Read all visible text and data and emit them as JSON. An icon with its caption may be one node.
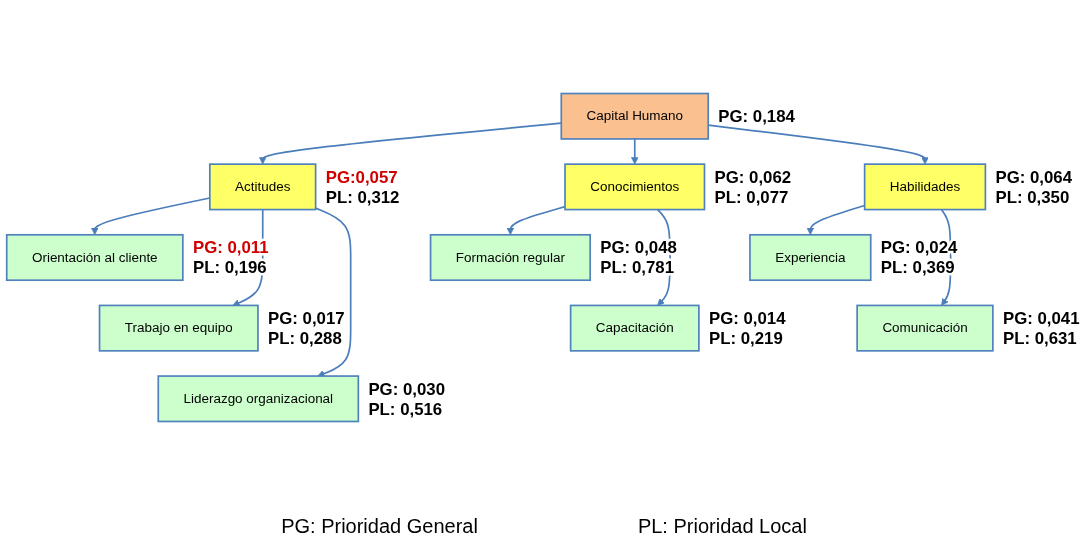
{
  "diagram": {
    "nodes": [
      {
        "text": [
          "Capital Humano"
        ],
        "beside": [
          "PG: 0,184"
        ]
      },
      {
        "text": [
          "Actitudes"
        ],
        "beside": [
          "PG:0,057",
          "PL: 0,312"
        ]
      },
      {
        "text": [
          "Conocimientos"
        ],
        "beside": [
          "PG: 0,062",
          "PL: 0,077"
        ]
      },
      {
        "text": [
          "Habilidades"
        ],
        "beside": [
          "PG: 0,064",
          "PL: 0,350"
        ]
      },
      {
        "text": [
          "Orientación al cliente"
        ],
        "beside": [
          "PG: 0,011",
          "PL: 0,196"
        ]
      },
      {
        "text": [
          "Trabajo en equipo"
        ],
        "beside": [
          "PG: 0,017",
          "PL: 0,288"
        ]
      },
      {
        "text": [
          "Liderazgo organizacional"
        ],
        "beside": [
          "PG: 0,030",
          "PL: 0,516"
        ]
      },
      {
        "text": [
          "Formación regular"
        ],
        "beside": [
          "PG: 0,048",
          "PL: 0,781"
        ]
      },
      {
        "text": [
          "Capacitación"
        ],
        "beside": [
          "PG: 0,014",
          "PL: 0,219"
        ]
      },
      {
        "text": [
          "Experiencia"
        ],
        "beside": [
          "PG: 0,024",
          "PL: 0,369"
        ]
      },
      {
        "text": [
          "Comunicación"
        ],
        "beside": [
          "PG: 0,041",
          "PL: 0,631"
        ]
      }
    ],
    "edges": [
      {
        "from": 0,
        "to": 1,
        "arrow": "to"
      },
      {
        "from": 0,
        "to": 2,
        "arrow": "to"
      },
      {
        "from": 0,
        "to": 3,
        "arrow": "to"
      },
      {
        "from": 1,
        "to": 4,
        "arrow": "to"
      },
      {
        "from": 1,
        "to": 5,
        "arrow": "to"
      },
      {
        "from": 1,
        "to": 6,
        "arrow": "to"
      },
      {
        "from": 2,
        "to": 7,
        "arrow": "to"
      },
      {
        "from": 2,
        "to": 8,
        "arrow": "to"
      },
      {
        "from": 3,
        "to": 9,
        "arrow": "to"
      },
      {
        "from": 3,
        "to": 10,
        "arrow": "to"
      }
    ],
    "labels": [
      "PG: Prioridad General",
      "PL: Prioridad Local"
    ]
  }
}
